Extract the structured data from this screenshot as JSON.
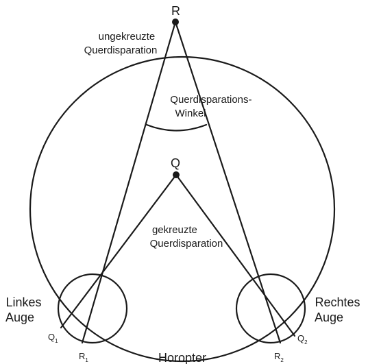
{
  "points": {
    "R": "R",
    "Q": "Q",
    "Q1": {
      "base": "Q",
      "sub": "1"
    },
    "Q2": {
      "base": "Q",
      "sub": "2"
    },
    "R1": {
      "base": "R",
      "sub": "1"
    },
    "R2": {
      "base": "R",
      "sub": "2"
    }
  },
  "labels": {
    "uncrossed": [
      "ungekreuzte",
      "Querdisparation"
    ],
    "angle": [
      "Querdisparations-",
      "Winkel"
    ],
    "crossed": [
      "gekreuzte",
      "Querdisparation"
    ],
    "left_eye": [
      "Linkes",
      "Auge"
    ],
    "right_eye": [
      "Rechtes",
      "Auge"
    ],
    "horopter": "Horopter"
  },
  "colors": {
    "stroke": "#1a1a1a",
    "background": "#ffffff"
  }
}
